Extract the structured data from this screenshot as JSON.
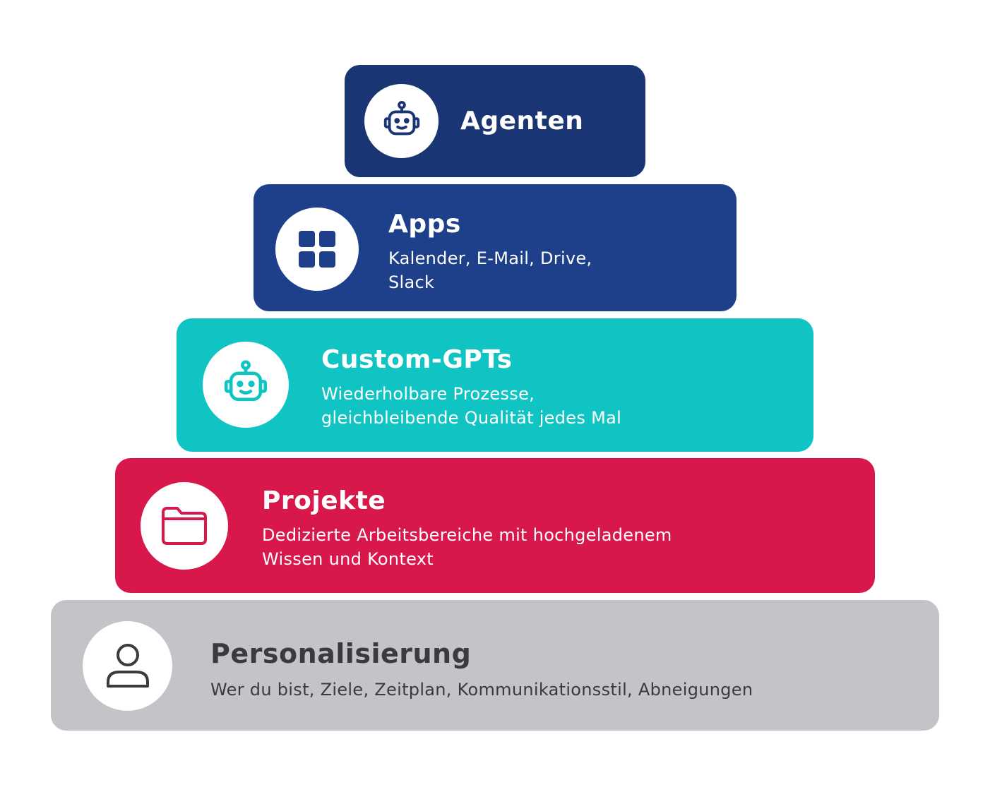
{
  "colors": {
    "agenten": "#1a3573",
    "apps": "#1e3f8a",
    "custom_gpts": "#10c4c4",
    "projekte": "#d8174a",
    "personalisierung": "#c4c4c8",
    "light_text": "#ffffff",
    "dark_text": "#3b3b3d"
  },
  "tiers": [
    {
      "id": "agenten",
      "title": "Agenten",
      "icon": "robot-icon"
    },
    {
      "id": "apps",
      "title": "Apps",
      "description_lines": [
        "Kalender, E-Mail, Drive,",
        "Slack"
      ],
      "icon": "apps-grid-icon"
    },
    {
      "id": "custom_gpts",
      "title": "Custom-GPTs",
      "description_lines": [
        "Wiederholbare Prozesse,",
        "gleichbleibende Qualität jedes Mal"
      ],
      "icon": "robot-icon"
    },
    {
      "id": "projekte",
      "title": "Projekte",
      "description_lines": [
        "Dedizierte Arbeitsbereiche mit hochgeladenem",
        "Wissen und Kontext"
      ],
      "icon": "folder-icon"
    },
    {
      "id": "personalisierung",
      "title": "Personalisierung",
      "description_lines": [
        "Wer du bist, Ziele, Zeitplan, Kommunikationsstil, Abneigungen"
      ],
      "icon": "user-icon"
    }
  ]
}
